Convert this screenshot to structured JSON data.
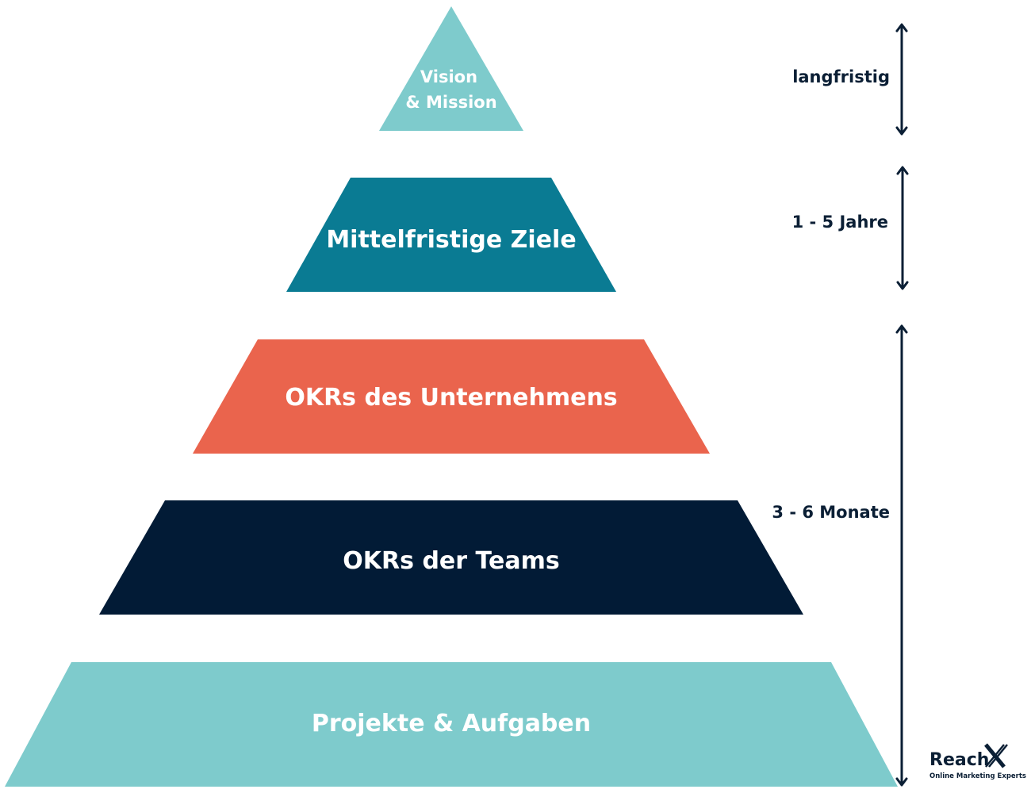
{
  "pyramid": {
    "levels": [
      {
        "lines": [
          "Vision",
          "& Mission"
        ],
        "color": "#7ecbcc"
      },
      {
        "lines": [
          "Mittelfristige Ziele"
        ],
        "color": "#0a7b93"
      },
      {
        "lines": [
          "OKRs des Unternehmens"
        ],
        "color": "#ea644d"
      },
      {
        "lines": [
          "OKRs der Teams"
        ],
        "color": "#021b36"
      },
      {
        "lines": [
          "Projekte & Aufgaben"
        ],
        "color": "#7ecbcc"
      }
    ]
  },
  "timescales": [
    {
      "label": "langfristig"
    },
    {
      "label": "1 - 5 Jahre"
    },
    {
      "label": "3 - 6 Monate"
    }
  ],
  "logo": {
    "name": "Reach",
    "tagline": "Online Marketing Experts"
  }
}
